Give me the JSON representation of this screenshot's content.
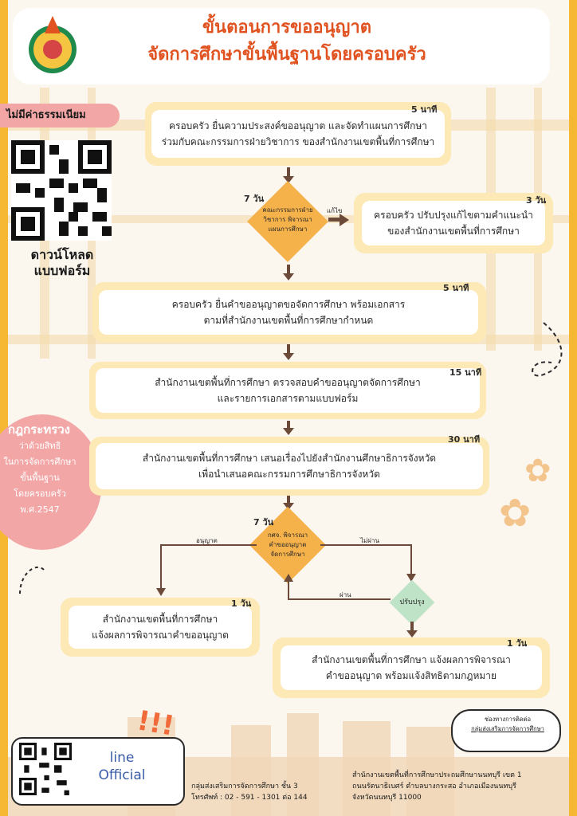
{
  "header": {
    "title_line1": "ขั้นตอนการขออนุญาต",
    "title_line2": "จัดการศึกษาขั้นพื้นฐานโดยครอบครัว"
  },
  "sidebar": {
    "fee_badge": "ไม่มีค่าธรรมเนียม",
    "download_line1": "ดาวน์โหลด",
    "download_line2": "แบบฟอร์ม",
    "law_title": "กฎกระทรวง",
    "law_lines": [
      "ว่าด้วยสิทธิ",
      "ในการจัดการศึกษา",
      "ขั้นพื้นฐาน",
      "โดยครอบครัว",
      "พ.ศ.2547"
    ]
  },
  "steps": {
    "step1": {
      "time": "5 นาที",
      "line1": "ครอบครัว ยื่นความประสงค์ขออนุญาต และจัดทำแผนการศึกษา",
      "line2": "ร่วมกับคณะกรรมการฝ่ายวิชาการ ของสำนักงานเขตพื้นที่การศึกษา"
    },
    "decision1": {
      "time": "7 วัน",
      "line1": "คณะกรรมการฝ่าย",
      "line2": "วิชาการ พิจารณา",
      "line3": "แผนการศึกษา",
      "edit_label": "แก้ไข"
    },
    "revise": {
      "time": "3 วัน",
      "line1": "ครอบครัว ปรับปรุงแก้ไขตามคำแนะนำ",
      "line2": "ของสำนักงานเขตพื้นที่การศึกษา"
    },
    "step2": {
      "time": "5 นาที",
      "line1": "ครอบครัว ยื่นคำขออนุญาตขอจัดการศึกษา พร้อมเอกสาร",
      "line2": "ตามที่สำนักงานเขตพื้นที่การศึกษากำหนด"
    },
    "step3": {
      "time": "15 นาที",
      "line1": "สำนักงานเขตพื้นที่การศึกษา ตรวจสอบคำขออนุญาตจัดการศึกษา",
      "line2": "และรายการเอกสารตามแบบฟอร์ม"
    },
    "step4": {
      "time": "30 นาที",
      "line1": "สำนักงานเขตพื้นที่การศึกษา เสนอเรื่องไปยังสำนักงานศึกษาธิการจังหวัด",
      "line2": "เพื่อนำเสนอคณะกรรมการศึกษาธิการจังหวัด"
    },
    "decision2": {
      "time": "7 วัน",
      "line1": "กศจ. พิจารณา",
      "line2": "คำขออนุญาต",
      "line3": "จัดการศึกษา",
      "approve_label": "อนุญาต",
      "reject_label": "ไม่ผ่าน",
      "pass_label": "ผ่าน"
    },
    "improve": {
      "label": "ปรับปรุง"
    },
    "result_approve": {
      "time": "1 วัน",
      "line1": "สำนักงานเขตพื้นที่การศึกษา",
      "line2": "แจ้งผลการพิจารณาคำขออนุญาต"
    },
    "result_reject": {
      "time": "1 วัน",
      "line1": "สำนักงานเขตพื้นที่การศึกษา แจ้งผลการพิจารณา",
      "line2": "คำขออนุญาต พร้อมแจ้งสิทธิตามกฎหมาย"
    }
  },
  "footer": {
    "line_label1": "line",
    "line_label2": "Official",
    "exclaim": "!!!",
    "bubble_line1": "ช่องทางการติดต่อ",
    "bubble_line2": "กลุ่มส่งเสริมการจัดการศึกษา",
    "office_line1": "กลุ่มส่งเสริมการจัดการศึกษา ชั้น 3",
    "office_line2": "โทรศัพท์ : 02 - 591 - 1301 ต่อ 144",
    "address_line1": "สำนักงานเขตพื้นที่การศึกษาประถมศึกษานนทบุรี เขต 1",
    "address_line2": "ถนนรัตนาธิเบศร์ ตำบลบางกระสอ อำเภอเมืองนนทบุรี",
    "address_line3": "จังหวัดนนทบุรี 11000"
  },
  "colors": {
    "accent": "#f6b832",
    "title": "#e0521f",
    "pink": "#f3a6a6",
    "box": "#fde9b5",
    "arrow": "#6b4a3a",
    "diamond": "#f5b14a",
    "green": "#bfe3c6"
  }
}
